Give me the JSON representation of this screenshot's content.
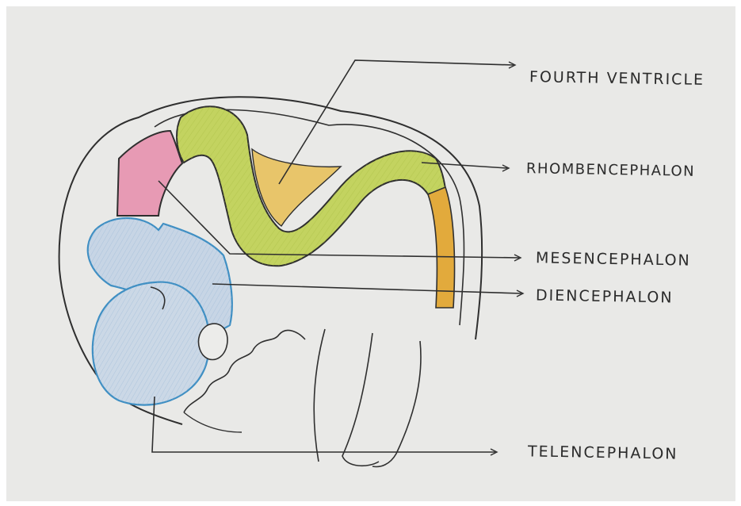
{
  "diagram": {
    "labels": {
      "fourth_ventricle": "FOURTH VENTRICLE",
      "rhombencephalon": "RHOMBENCEPHALON",
      "mesencephalon": "MESENCEPHALON",
      "diencephalon": "DIENCEPHALON",
      "telencephalon": "TELENCEPHALON"
    },
    "colors": {
      "paper": "#e9e9e7",
      "rhombencephalon": "#c3d360",
      "fourth_ventricle": "#e8c56a",
      "spinal_segment": "#e2aa3c",
      "mesencephalon": "#e79ab4",
      "diencephalon": "#c7d5e5",
      "telencephalon": "#cbd8e6",
      "outline_blue": "#3f8fc3",
      "ink": "#2f2f2f"
    }
  }
}
